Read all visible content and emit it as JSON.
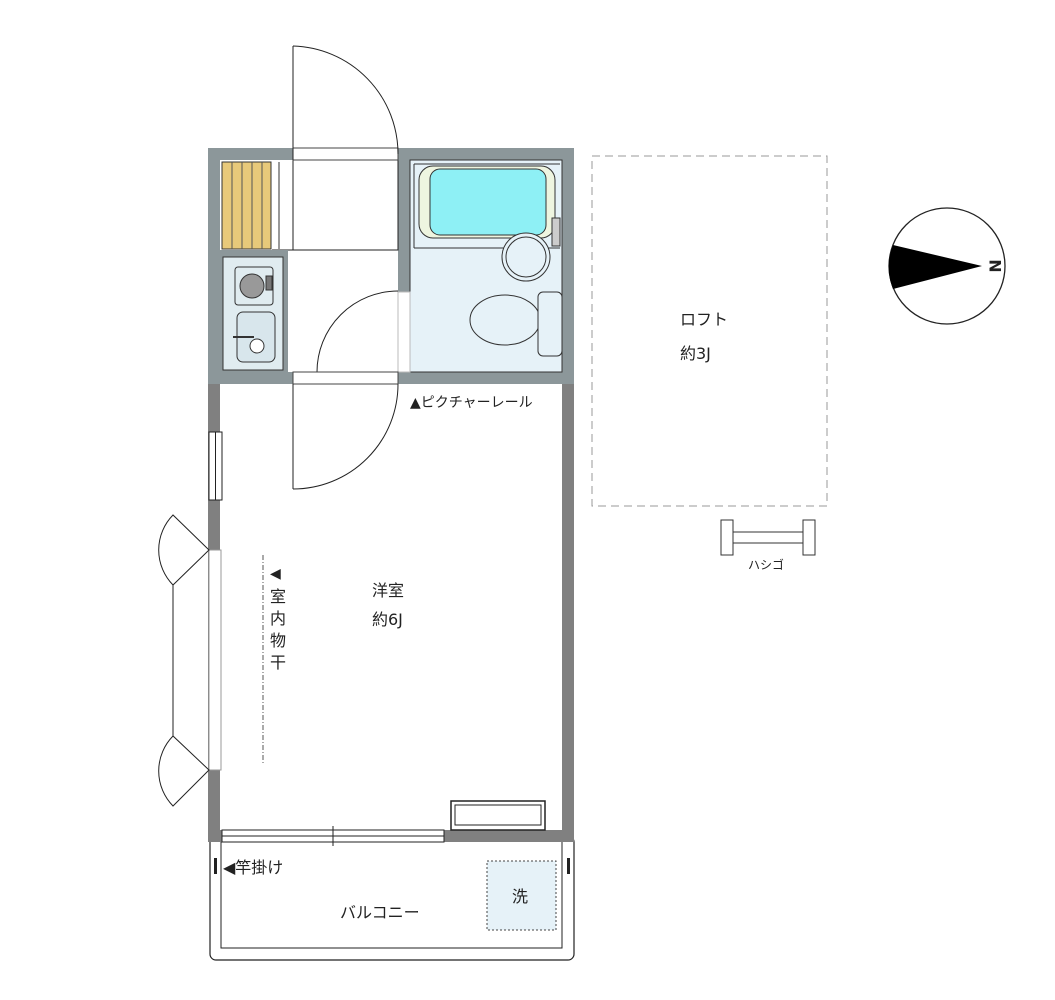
{
  "rooms": {
    "western_room": {
      "name": "洋室",
      "size": "約6J"
    },
    "loft": {
      "name": "ロフト",
      "size": "約3J"
    },
    "balcony": {
      "name": "バルコニー"
    }
  },
  "labels": {
    "picture_rail": "▲ピクチャーレール",
    "indoor_drying_arrow": "◀",
    "indoor_drying": [
      "室",
      "内",
      "物",
      "干"
    ],
    "pole_hanger": "◀竿掛け",
    "washer": "洗",
    "ladder": "ハシゴ",
    "north": "N"
  },
  "colors": {
    "wall": "#808080",
    "wet_wall": "#8c979a",
    "wet_floor": "#e6f2f8",
    "bathtub_water": "#8ef0f5",
    "shoe_cabinet": "#e8c97a"
  }
}
